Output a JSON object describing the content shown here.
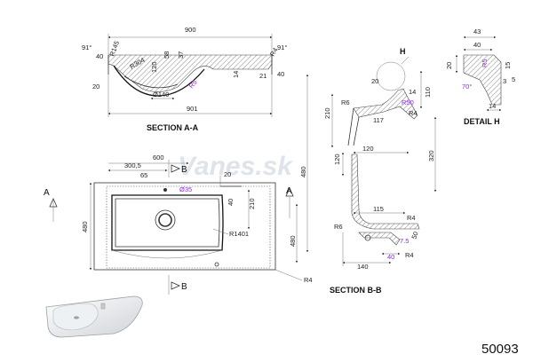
{
  "watermark": "Vanes.sk",
  "product_code": "50093",
  "section_aa": {
    "title": "SECTION A-A",
    "dims": {
      "top_width": "900",
      "bottom_width": "901",
      "left_angle": "91°",
      "right_angle": "91°",
      "d40_left": "40",
      "d40_right": "40",
      "r145": "R145",
      "r304": "R304",
      "d120": "120",
      "d58": "58",
      "d37": "37",
      "d14": "14",
      "d21": "21",
      "r4": "R4",
      "d20": "20",
      "r5": "R5",
      "d140": "Ø140"
    }
  },
  "section_bb": {
    "title": "SECTION B-B",
    "h_label": "H",
    "dims": {
      "d110": "110",
      "d210": "210",
      "d14": "14",
      "d20": "20",
      "r6_top": "R6",
      "r4_top": "R4",
      "d117": "117",
      "r50": "R50",
      "d320": "320",
      "d480": "480",
      "d120_top": "120",
      "d120_side": "120",
      "d115": "115",
      "r4_mid": "R4",
      "r6_mid": "R6",
      "d480_lower": "480",
      "d50": "50",
      "d75": "7.5",
      "d40": "40",
      "r4_low": "R4",
      "d140": "140"
    }
  },
  "detail_h": {
    "title": "DETAIL H",
    "dims": {
      "d43": "43",
      "d40": "40",
      "d20": "20",
      "r5": "R5",
      "d15": "15",
      "d5": "5",
      "d3": "3",
      "d70": "70°",
      "d14": "14"
    }
  },
  "plan_view": {
    "dims": {
      "d600": "600",
      "d3005": "300,5",
      "d65": "65",
      "d35": "Ø35",
      "d20": "20",
      "d40": "40",
      "d210": "210",
      "d480": "480",
      "r1401": "R1401",
      "r4": "R4"
    },
    "marker_a": "A",
    "marker_b_top": "B",
    "marker_b_bottom": "B"
  }
}
